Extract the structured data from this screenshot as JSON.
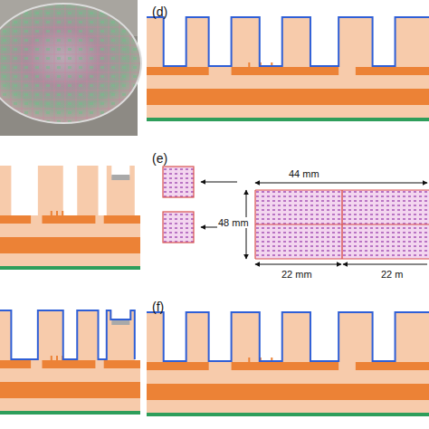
{
  "diagram": {
    "labels": [
      "(d)",
      "(e)",
      "44 mm",
      "48 mm",
      "22 mm",
      "22 m",
      "(f)"
    ]
  }
}
